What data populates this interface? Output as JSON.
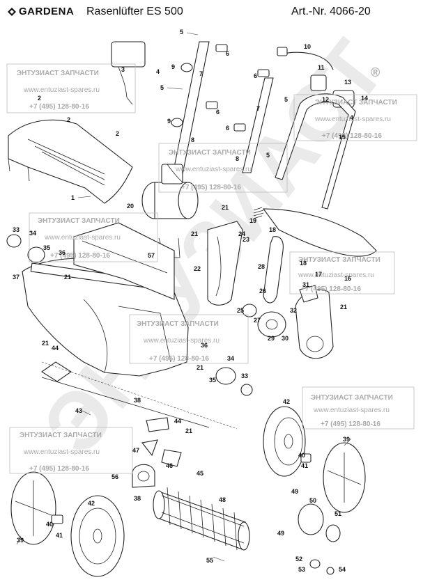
{
  "header": {
    "brand": "GARDENA",
    "model": "Rasenlüfter ES 500",
    "article": "Art.-Nr. 4066-20"
  },
  "watermark": {
    "title": "ЭНТУЗИАСТ ЗАПЧАСТИ",
    "url": "www.entuziast-spares.ru",
    "phone": "+7 (495) 128-80-16",
    "big_text": "ЭНТУЗИАСТ",
    "registered": "®"
  },
  "labels": [
    "1",
    "2",
    "3",
    "4",
    "5",
    "6",
    "7",
    "8",
    "9",
    "10",
    "11",
    "12",
    "13",
    "14",
    "15",
    "16",
    "17",
    "18",
    "19",
    "20",
    "21",
    "22",
    "23",
    "24",
    "25",
    "26",
    "27",
    "28",
    "29",
    "30",
    "31",
    "32",
    "33",
    "34",
    "35",
    "36",
    "37",
    "38",
    "39",
    "40",
    "41",
    "42",
    "43",
    "44",
    "45",
    "46",
    "47",
    "48",
    "49",
    "50",
    "51",
    "52",
    "53",
    "54",
    "55",
    "56",
    "57"
  ]
}
